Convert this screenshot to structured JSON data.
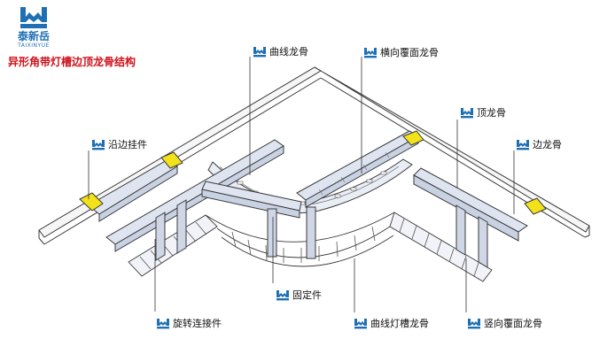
{
  "brand": {
    "name": "泰新岳",
    "pinyin": "TAIXINYUE",
    "logo_icon": "taixinyue-logo-icon",
    "color": "#1f6fb5"
  },
  "title": "异形角带灯槽边顶龙骨结构",
  "title_color": "#d0101a",
  "labels": {
    "curved_keel": "曲线龙骨",
    "horizontal_cover_keel": "横向覆面龙骨",
    "edge_hanger": "沿边挂件",
    "top_keel": "顶龙骨",
    "side_keel": "边龙骨",
    "fixing_piece": "固定件",
    "rotating_connector": "旋转连接件",
    "curved_light_slot_side_keel": "曲线灯槽龙骨",
    "vertical_cover_keel": "竖向覆面龙骨"
  },
  "colors": {
    "line": "#3a3a3a",
    "keel_fill": "#e3e8f2",
    "hanger_yellow": "#f2e21a"
  }
}
